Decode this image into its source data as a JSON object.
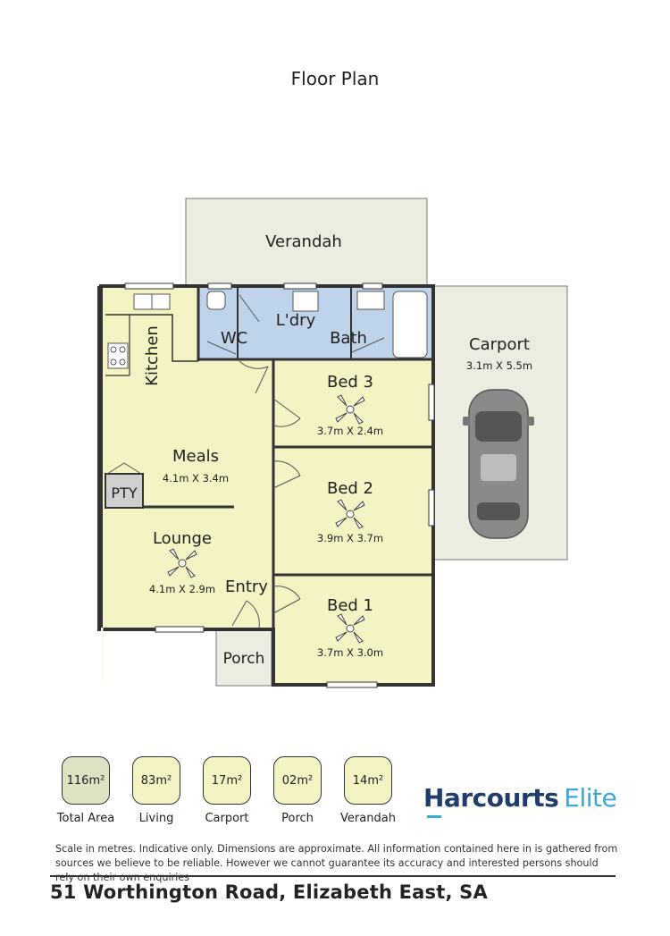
{
  "title": "Floor Plan",
  "rooms": {
    "verandah": {
      "name": "Verandah"
    },
    "carport": {
      "name": "Carport",
      "dims": "3.1m X 5.5m"
    },
    "kitchen": {
      "name": "Kitchen"
    },
    "wc": {
      "name": "WC"
    },
    "laundry": {
      "name": "L'dry"
    },
    "bath": {
      "name": "Bath"
    },
    "bed3": {
      "name": "Bed 3",
      "dims": "3.7m X 2.4m"
    },
    "meals": {
      "name": "Meals",
      "dims": "4.1m X 3.4m"
    },
    "pantry": {
      "name": "PTY"
    },
    "bed2": {
      "name": "Bed 2",
      "dims": "3.9m X 3.7m"
    },
    "lounge": {
      "name": "Lounge",
      "dims": "4.1m X 2.9m"
    },
    "entry": {
      "name": "Entry"
    },
    "bed1": {
      "name": "Bed 1",
      "dims": "3.7m X 3.0m"
    },
    "porch": {
      "name": "Porch"
    }
  },
  "areas": [
    {
      "value": "116m²",
      "label": "Total Area"
    },
    {
      "value": "83m²",
      "label": "Living"
    },
    {
      "value": "17m²",
      "label": "Carport"
    },
    {
      "value": "02m²",
      "label": "Porch"
    },
    {
      "value": "14m²",
      "label": "Verandah"
    }
  ],
  "brand": {
    "name": "Harcourts",
    "suffix": "Elite"
  },
  "disclaimer": "Scale in metres. Indicative only. Dimensions are approximate. All information contained here in is gathered from sources we believe to be reliable. However we cannot guarantee its accuracy and interested persons should rely on their own enquiries",
  "address": "51 Worthington Road, Elizabeth East, SA",
  "colors": {
    "living": "#f3f3c4",
    "wet": "#bfd3ea",
    "outdoor": "#eaede0",
    "pantry": "#cfcfcf",
    "wall": "#333333",
    "brand": "#1f3d6b",
    "brand_accent": "#3aa7d8"
  }
}
